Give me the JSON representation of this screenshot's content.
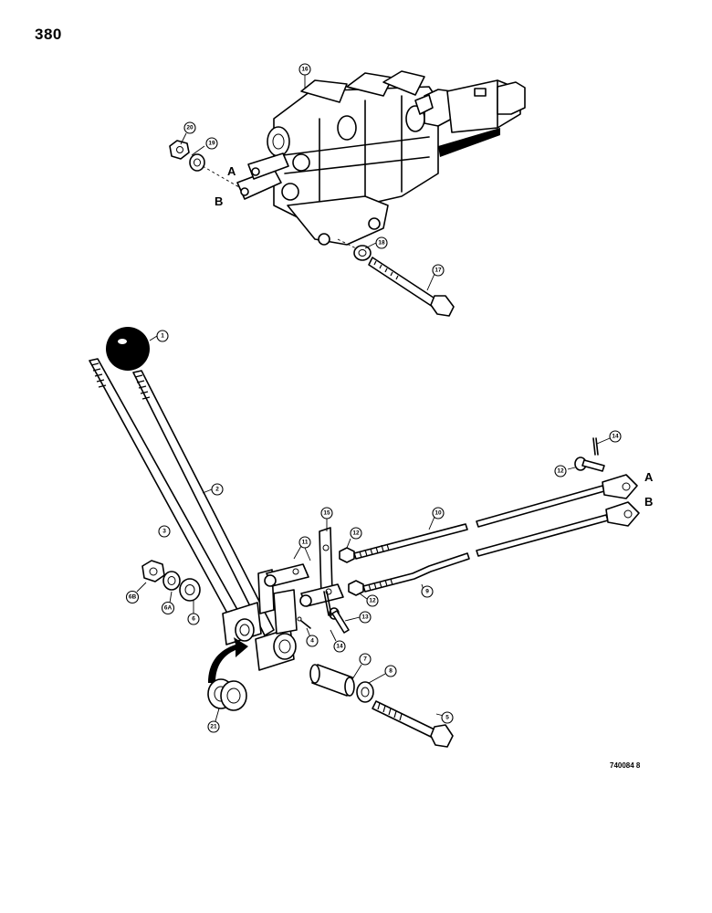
{
  "page": {
    "number": "380",
    "figure_code": "740084 8"
  },
  "letters": {
    "a": "A",
    "b": "B"
  },
  "callouts": {
    "c1": "1",
    "c2": "2",
    "c3": "3",
    "c4": "4",
    "c5": "5",
    "c6": "6",
    "c6a": "6A",
    "c6b": "6B",
    "c7": "7",
    "c8": "8",
    "c9": "9",
    "c10": "10",
    "c11": "11",
    "c12a": "12",
    "c12b": "12",
    "c12c": "12",
    "c13": "13",
    "c14a": "14",
    "c14b": "14",
    "c15": "15",
    "c16": "16",
    "c17": "17",
    "c18": "18",
    "c19": "19",
    "c20": "20",
    "c21": "21"
  }
}
